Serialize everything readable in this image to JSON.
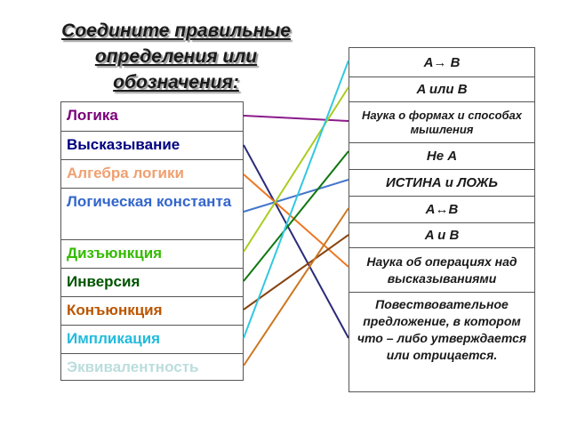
{
  "title": "Соедините правильные определения или обозначения:",
  "left_items": [
    {
      "text": "Логика",
      "color": "#7a007a"
    },
    {
      "text": "Высказывание",
      "color": "#000080"
    },
    {
      "text": "Алгебра логики",
      "color": "#f0a070"
    },
    {
      "text": "Логическая константа",
      "color": "#3366cc"
    },
    {
      "text": "Дизъюнкция",
      "color": "#33bb00"
    },
    {
      "text": "Инверсия",
      "color": "#005500"
    },
    {
      "text": "Конъюнкция",
      "color": "#bb5500"
    },
    {
      "text": "Импликация",
      "color": "#22bbdd"
    },
    {
      "text": "Эквивалентность",
      "color": "#bbdddd"
    }
  ],
  "right_items": [
    {
      "text": "A→ B"
    },
    {
      "text": "A или B"
    },
    {
      "text": "Наука о формах и способах мышления"
    },
    {
      "text": "Не А"
    },
    {
      "text": "ИСТИНА и ЛОЖЬ"
    },
    {
      "text": "A↔B"
    },
    {
      "text": "A и B"
    },
    {
      "text": "Наука об операциях над высказываниями"
    },
    {
      "text": "Повествовательное предложение, в котором что – либо утверждается или отрицается."
    }
  ],
  "connections": [
    {
      "from": 0,
      "to": 2,
      "color": "#8b1a8b"
    },
    {
      "from": 1,
      "to": 8,
      "color": "#2b2b7a"
    },
    {
      "from": 2,
      "to": 7,
      "color": "#ee7722"
    },
    {
      "from": 3,
      "to": 4,
      "color": "#4477cc"
    },
    {
      "from": 4,
      "to": 1,
      "color": "#aacc22"
    },
    {
      "from": 5,
      "to": 3,
      "color": "#117711"
    },
    {
      "from": 6,
      "to": 6,
      "color": "#884411"
    },
    {
      "from": 7,
      "to": 0,
      "color": "#33c8e0"
    },
    {
      "from": 8,
      "to": 5,
      "color": "#cc7722"
    }
  ]
}
